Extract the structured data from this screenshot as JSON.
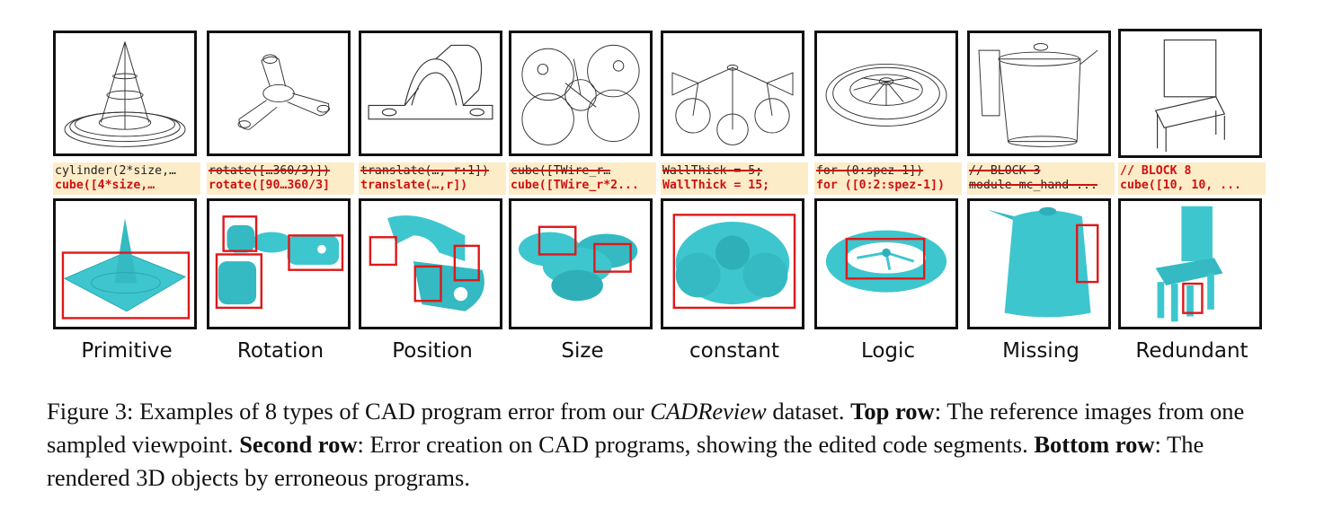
{
  "columns": [
    {
      "label": "Primitive",
      "code_original": "cylinder(2*size,…",
      "code_edited": "cube([4*size,…",
      "original_struck": false
    },
    {
      "label": "Rotation",
      "code_original": "rotate([…360/3)])",
      "code_edited": "rotate([90…360/3]",
      "original_struck": true
    },
    {
      "label": "Position",
      "code_original": "translate(…, r:1])",
      "code_edited": "translate(…,r])",
      "original_struck": true
    },
    {
      "label": "Size",
      "code_original": "cube([TWire_r…",
      "code_edited": "cube([TWire_r*2...",
      "original_struck": true
    },
    {
      "label": "constant",
      "code_original": "WallThick =  5;",
      "code_edited": "WallThick =  15;",
      "original_struck": true
    },
    {
      "label": "Logic",
      "code_original": "for (0:spez-1])",
      "code_edited": "for ([0:2:spez-1])",
      "original_struck": true
    },
    {
      "label": "Missing",
      "code_original": "// BLOCK 3",
      "code_edited": "module mc_hand ...",
      "original_struck": true,
      "edited_struck": true
    },
    {
      "label": "Redundant",
      "code_original": "// BLOCK 8",
      "code_edited": "cube([10, 10, ...",
      "original_struck": false,
      "original_red": true
    }
  ],
  "caption": {
    "fig_label": "Figure 3:",
    "intro": "Examples of 8 types of CAD program error from our",
    "dataset_name": "CADReview",
    "intro_tail": "dataset.",
    "top_row_label": "Top row",
    "top_row_text": ": The reference images from one sampled viewpoint.",
    "second_row_label": "Second row",
    "second_row_text": ": Error creation on CAD programs, showing the edited code segments.",
    "bottom_row_label": "Bottom row",
    "bottom_row_text": ": The rendered 3D objects by erroneous programs."
  },
  "colors": {
    "render": "#3ec6cf",
    "error_box": "#e01818",
    "code_bg": "#fcecc8",
    "edited_text": "#d01010"
  }
}
